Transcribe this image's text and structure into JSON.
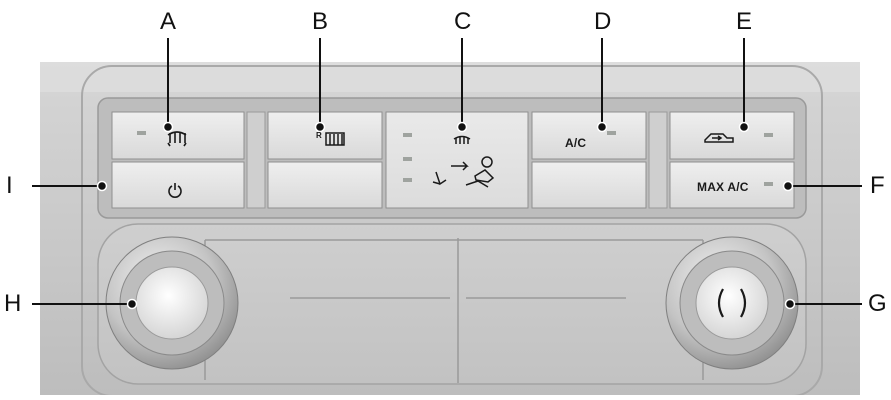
{
  "callouts": {
    "a": "A",
    "b": "B",
    "c": "C",
    "d": "D",
    "e": "E",
    "f": "F",
    "g": "G",
    "h": "H",
    "i": "I"
  },
  "buttons": {
    "ac_label": "A/C",
    "max_ac_label": "MAX A/C",
    "rear_defrost_prefix": "R"
  },
  "icons": {
    "a": "front-defrost-icon",
    "b": "rear-defrost-icon",
    "c": "air-distribution-icon",
    "e": "recirculation-icon",
    "i": "power-icon",
    "h": "fan-speed-icon"
  },
  "colors": {
    "panel": "#c9c9c9",
    "button_face": "#e6e6e6",
    "indicator": "#9fa39f",
    "leader": "#111111"
  }
}
